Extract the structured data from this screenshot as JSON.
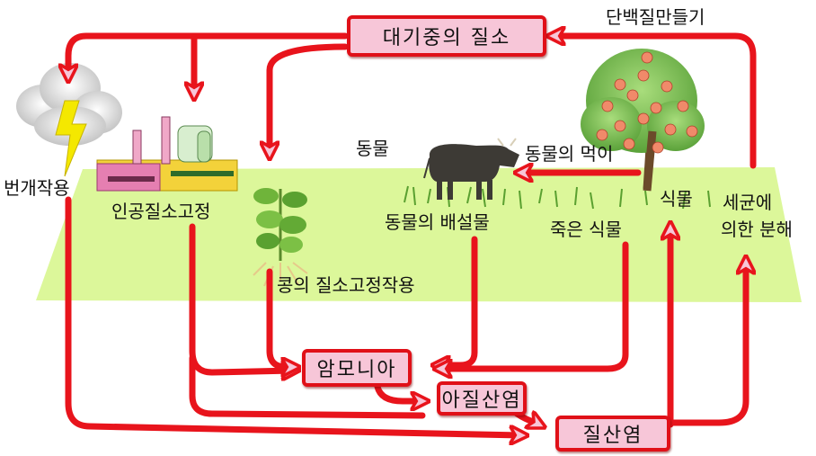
{
  "boxes": {
    "atmosphere": "대기중의 질소",
    "ammonia": "암모니아",
    "nitrite": "아질산염",
    "nitrate": "질산염"
  },
  "labels": {
    "lightning": "번개작용",
    "industrial": "인공질소고정",
    "legume": "콩의 질소고정작용",
    "animal": "동물",
    "animal_excreta": "동물의 배설물",
    "animal_eats": "동물의 먹이",
    "dead_plant": "죽은 식물",
    "plant": "식물",
    "protein": "단백질만들기",
    "bacteria_1": "세균에",
    "bacteria_2": "의한 분해"
  },
  "colors": {
    "arrow": "#e8141c",
    "box_fill": "#f7c6d8",
    "ground": "#dcf79a"
  }
}
